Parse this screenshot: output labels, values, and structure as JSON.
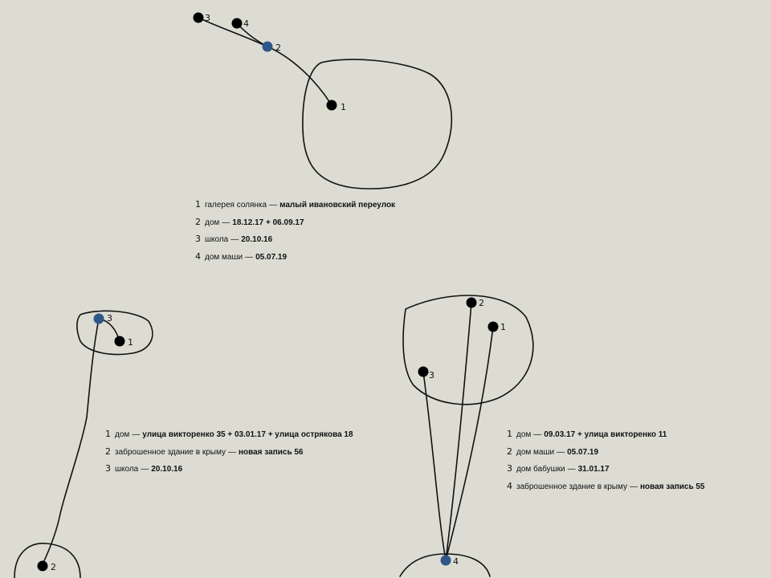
{
  "colors": {
    "background": "#dcdcd3",
    "ink": "#111111",
    "dot_black": "#000000",
    "dot_blue": "#2f5788"
  },
  "maps": [
    {
      "id": "map1",
      "points": [
        {
          "label": "1",
          "color": "black"
        },
        {
          "label": "2",
          "color": "blue"
        },
        {
          "label": "3",
          "color": "black"
        },
        {
          "label": "4",
          "color": "black"
        }
      ],
      "legend": [
        {
          "num": "1",
          "desc": "галерея солянка",
          "sep": "—",
          "value": "малый ивановский переулок"
        },
        {
          "num": "2",
          "desc": "дом",
          "sep": "—",
          "value": "18.12.17 + 06.09.17"
        },
        {
          "num": "3",
          "desc": "школа",
          "sep": "—",
          "value": "20.10.16"
        },
        {
          "num": "4",
          "desc": "дом маши",
          "sep": "—",
          "value": "05.07.19"
        }
      ]
    },
    {
      "id": "map2",
      "points": [
        {
          "label": "3",
          "color": "blue"
        },
        {
          "label": "1",
          "color": "black"
        },
        {
          "label": "2",
          "color": "black"
        }
      ],
      "legend": [
        {
          "num": "1",
          "desc": "дом",
          "sep": "—",
          "value": "улица викторенко 35 + 03.01.17 + улица острякова 18"
        },
        {
          "num": "2",
          "desc": "заброшенное здание в крыму",
          "sep": "—",
          "value": "новая запись 56"
        },
        {
          "num": "3",
          "desc": "школа",
          "sep": "—",
          "value": "20.10.16"
        }
      ]
    },
    {
      "id": "map3",
      "points": [
        {
          "label": "2",
          "color": "black"
        },
        {
          "label": "1",
          "color": "black"
        },
        {
          "label": "3",
          "color": "black"
        },
        {
          "label": "4",
          "color": "blue"
        }
      ],
      "legend": [
        {
          "num": "1",
          "desc": "дом",
          "sep": "—",
          "value": "09.03.17 + улица викторенко 11"
        },
        {
          "num": "2",
          "desc": "дом маши",
          "sep": "—",
          "value": "05.07.19"
        },
        {
          "num": "3",
          "desc": "дом бабушки",
          "sep": "—",
          "value": "31.01.17"
        },
        {
          "num": "4",
          "desc": "заброшенное здание в крыму",
          "sep": "—",
          "value": "новая запись 55"
        }
      ]
    }
  ]
}
